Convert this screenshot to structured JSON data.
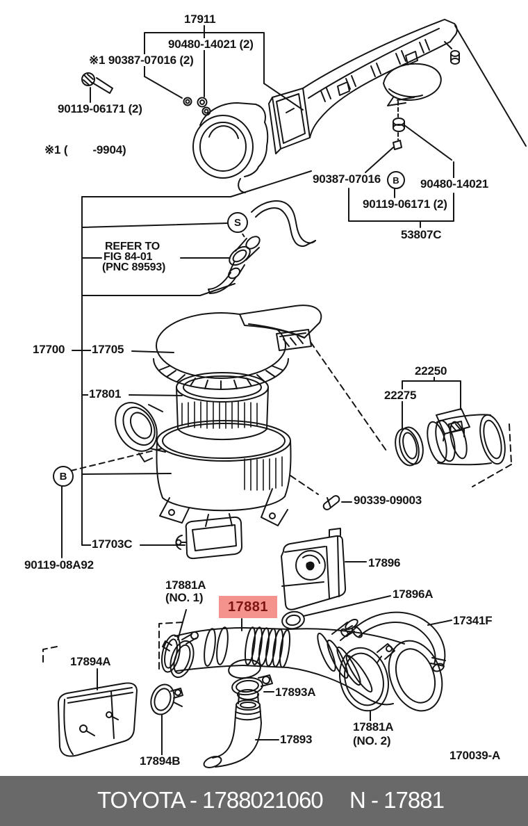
{
  "diagram": {
    "labels": {
      "p17911": "17911",
      "p90480_top": "90480-14021 (2)",
      "p90387_top": "※1 90387-07016 (2)",
      "p90119_top": "90119-06171 (2)",
      "p9904": "※1 (        -9904)",
      "p90387_right": "90387-07016",
      "p90480_right": "90480-14021",
      "p90119_right": "90119-06171 (2)",
      "p53807c": "53807C",
      "refer_line1": "REFER TO",
      "refer_line2": "FIG 84-01",
      "refer_line3": "(PNC 89593)",
      "p17700": "17700",
      "p17705": "17705",
      "p17801": "17801",
      "p17703c": "17703C",
      "p90119_08a92": "90119-08A92",
      "p22250": "22250",
      "p22275": "22275",
      "p90339": "90339-09003",
      "p17896": "17896",
      "p17896a": "17896A",
      "p17881a_no1_line1": "17881A",
      "p17881a_no1_line2": "(NO. 1)",
      "p17881_highlight": "17881",
      "p17341f": "17341F",
      "p17894a": "17894A",
      "p17893a": "17893A",
      "p17893": "17893",
      "p17881a_no2_line1": "17881A",
      "p17881a_no2_line2": "(NO. 2)",
      "p17894b": "17894B",
      "p170039a": "170039-A",
      "callout_s": "S",
      "callout_b_right": "B",
      "callout_b_left": "B"
    },
    "highlight": {
      "bg": "#f4928e",
      "text_color": "#7e1410"
    },
    "line_color": "#141414"
  },
  "footer": {
    "left_text": "TOYOTA - 1788021060",
    "right_text": "N - 17881",
    "bg": "#696969"
  }
}
